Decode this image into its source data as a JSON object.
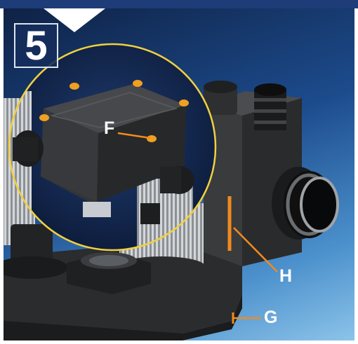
{
  "step": {
    "number": "5"
  },
  "callouts": {
    "f": "F",
    "h": "H",
    "g": "G"
  },
  "colors": {
    "banner": "#1d3c78",
    "callout_line": "#f08b1e",
    "circle_border": "#f0d040",
    "label_text": "#ffffff"
  }
}
